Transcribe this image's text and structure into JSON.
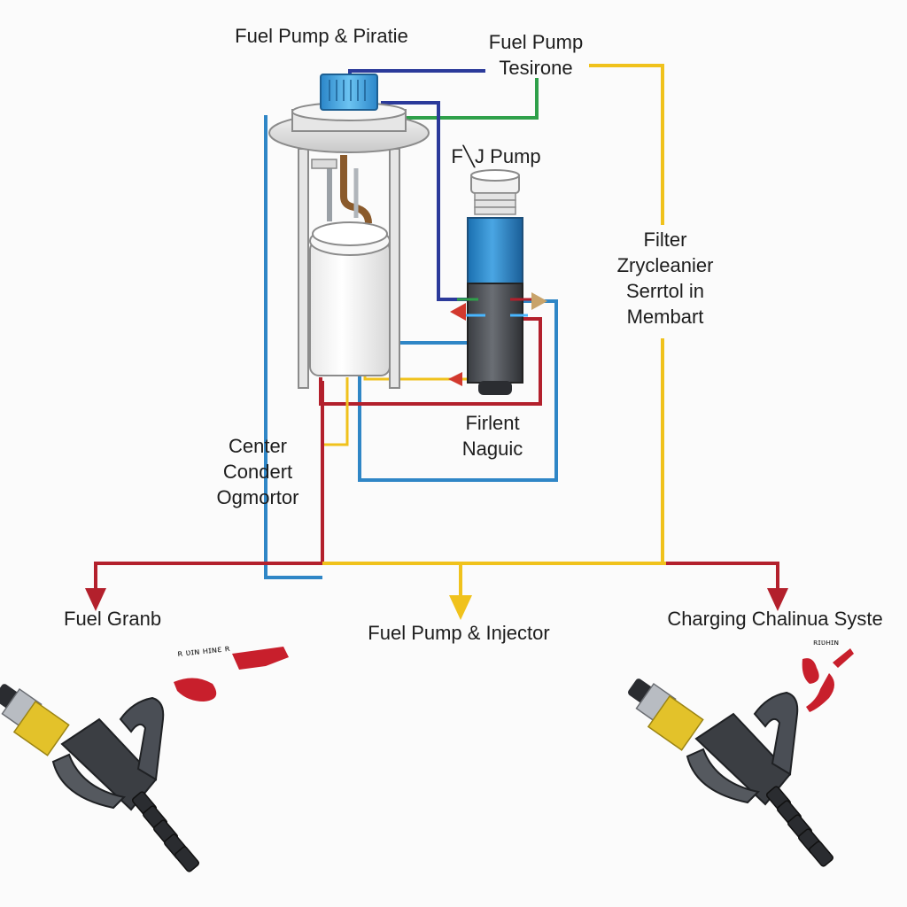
{
  "labels": {
    "top_left": "Fuel Pump & Piratie",
    "top_right": [
      "Fuel Pump",
      "Tesirone"
    ],
    "middle_pump": "F╲J Pump",
    "filter": [
      "Filter",
      "Zrycleanier",
      "Serrtol in",
      "Membart"
    ],
    "firlent": [
      "Firlent",
      "Naguic"
    ],
    "center": [
      "Center",
      "Condert",
      "Ogmortor"
    ],
    "bottom_left": "Fuel Granb",
    "bottom_center": "Fuel Pump & Injector",
    "bottom_right": "Charging Chalinua Syste",
    "squiggle_left": "ʀ ʋɪɴ ʜɪɴɛ ʀ",
    "squiggle_right": "ʀɪʋʜɪɴ"
  },
  "colors": {
    "red": "#b3202c",
    "yellow": "#f0c21c",
    "blue": "#2f86c6",
    "navy": "#2b3a9a",
    "green": "#2fa04a",
    "dark": "#3a3d42",
    "nozzle_yellow": "#e3c22a"
  },
  "icons": [
    "fuel-pump-module-icon",
    "fuel-pump-cylinder-icon",
    "fuel-nozzle-icon"
  ]
}
